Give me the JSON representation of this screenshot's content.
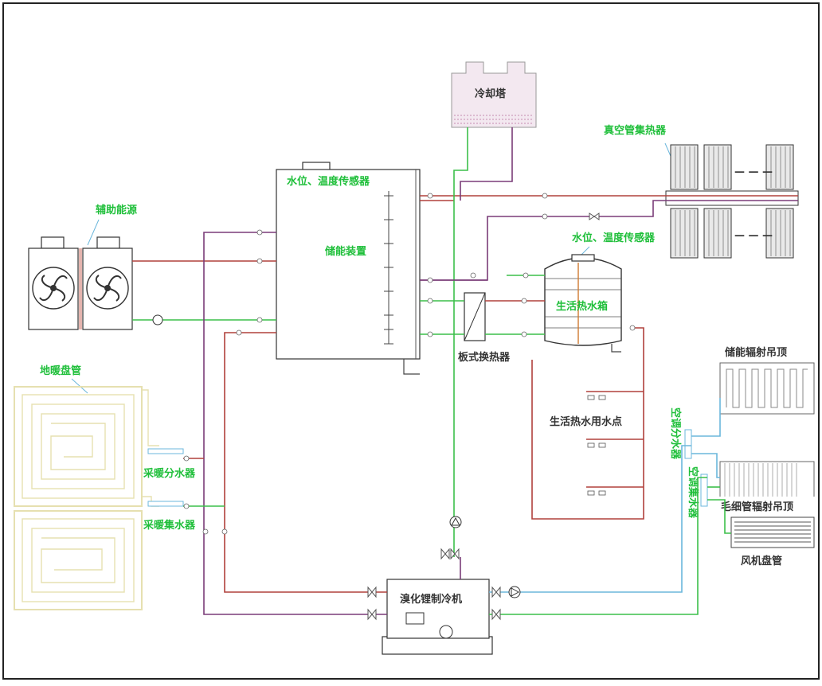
{
  "labels": {
    "cooling_tower": "冷却塔",
    "vacuum_tube_collector": "真空管集热器",
    "level_temp_sensor_storage": "水位、温度传感器",
    "level_temp_sensor_tank": "水位、温度传感器",
    "auxiliary_energy": "辅助能源",
    "storage_device": "储能装置",
    "domestic_hot_water_tank": "生活热水箱",
    "plate_heat_exchanger": "板式换热器",
    "floor_heating_coil": "地暖盘管",
    "radiant_ceiling_storage": "储能辐射吊顶",
    "domestic_hot_water_points": "生活热水用水点",
    "ac_distributor": "空调分水器",
    "heating_distributor": "采暖分水器",
    "ac_collector": "空调集水器",
    "capillary_radiant_ceiling": "毛细管辐射吊顶",
    "heating_collector": "采暖集水器",
    "fan_coil": "风机盘管",
    "chiller": "溴化锂制冷机",
    "dots": "— — —"
  },
  "colors": {
    "label_green": "#1fbf3a",
    "pipe_red": "#b0403c",
    "pipe_purple": "#7a3c78",
    "pipe_green": "#3cbf4a",
    "pipe_blue": "#6bb7dc",
    "floor_coil": "#e6e0b0",
    "cooling_tower_fill": "#f3e8f0"
  },
  "icons": {
    "fan": "fan-icon",
    "pump": "pump-icon",
    "valve": "valve-icon",
    "thermometer": "thermometer-icon"
  }
}
